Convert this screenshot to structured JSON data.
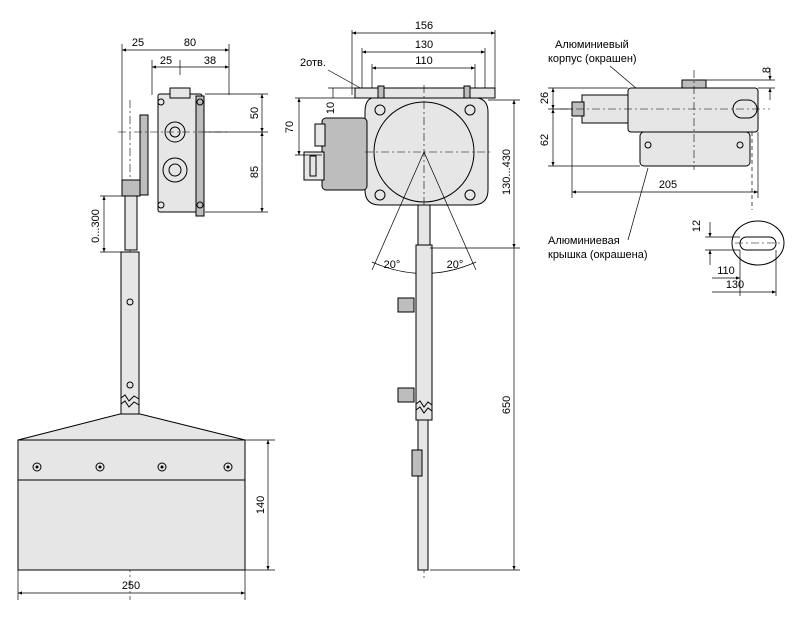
{
  "dimensions": {
    "left": {
      "w25": "25",
      "w80": "80",
      "w25b": "25",
      "w38": "38",
      "h50": "50",
      "h85": "85",
      "rod_range": "0...300",
      "blade_height": "140",
      "blade_width": "250"
    },
    "middle": {
      "w156": "156",
      "w130": "130",
      "w110": "110",
      "holes": "2отв.",
      "h10": "10",
      "h70": "70",
      "range": "130...430",
      "total": "650",
      "angle_left": "20°",
      "angle_right": "20°"
    },
    "right": {
      "h8": "8",
      "h26": "26",
      "h62": "62",
      "w205": "205",
      "slot12": "12",
      "slot110": "110",
      "slot130": "130"
    }
  },
  "notes": {
    "housing": [
      "Алюминиевый",
      "корпус (окрашен)"
    ],
    "cover": [
      "Алюминиевая",
      "крышка (окрашена)"
    ]
  }
}
